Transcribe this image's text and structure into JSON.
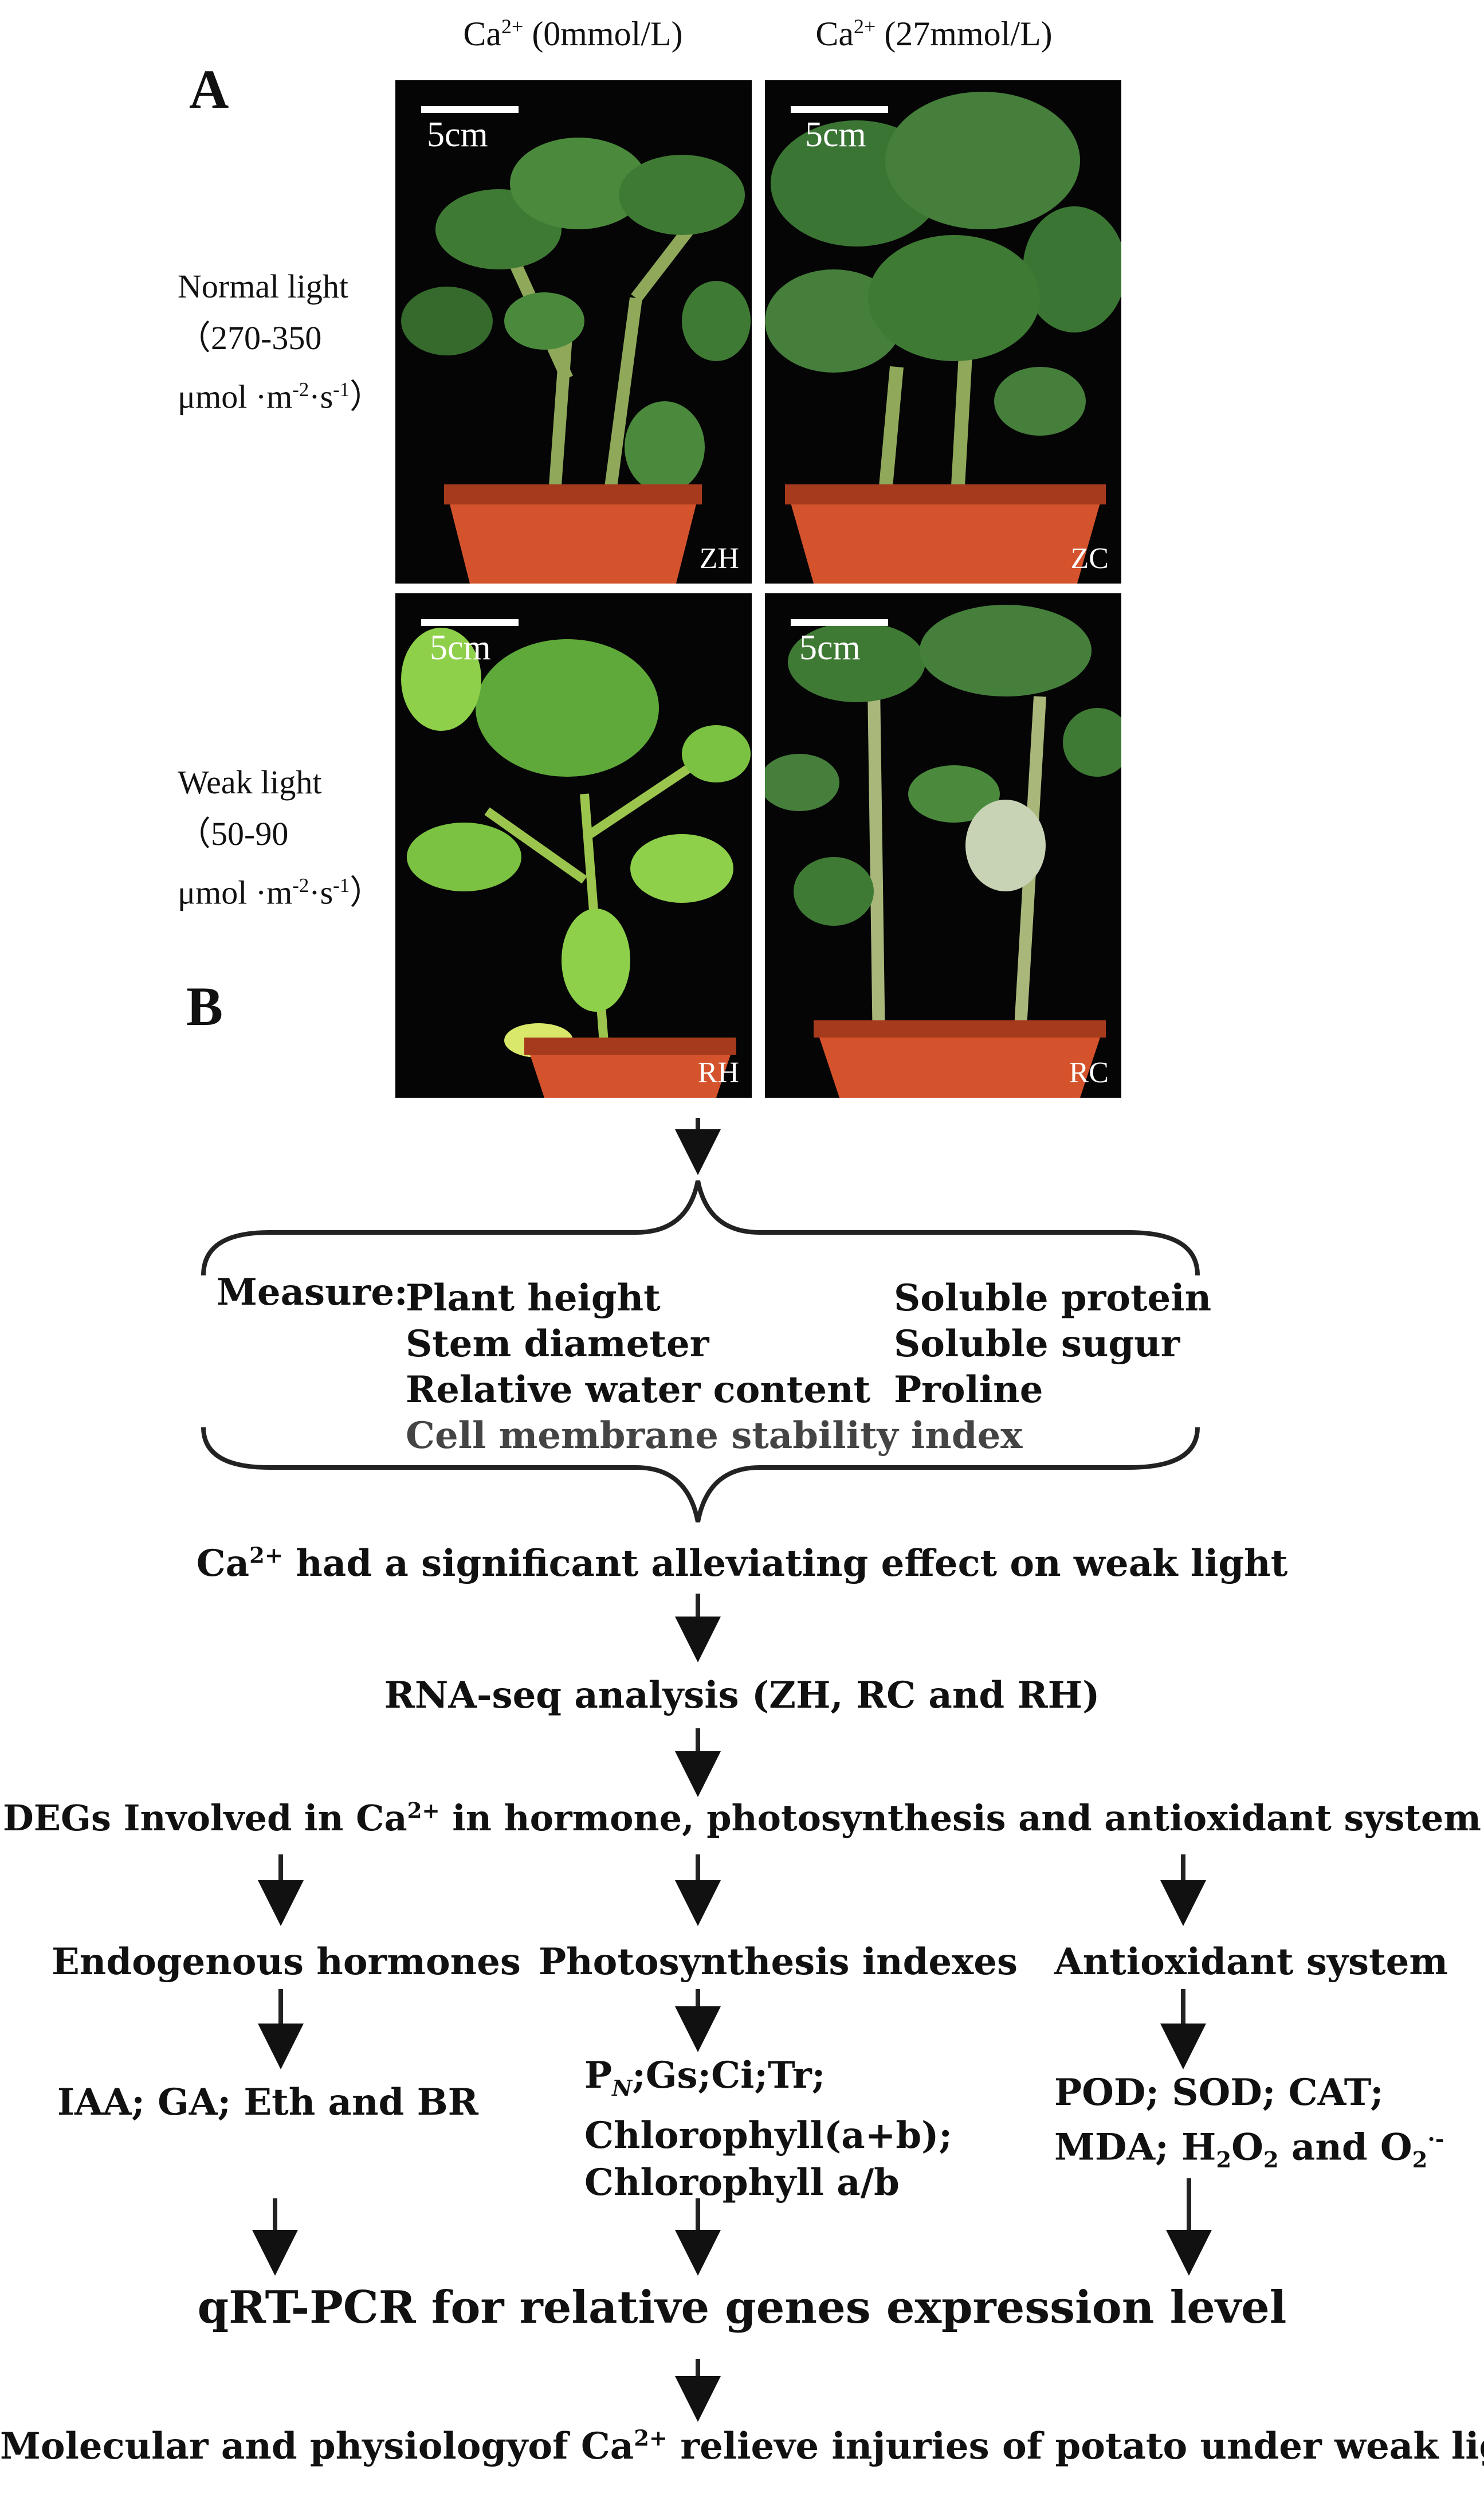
{
  "panel_a_label": "A",
  "panel_b_label": "B",
  "columns": {
    "col1_prefix": "Ca",
    "col1_sup": "2+",
    "col1_suffix": " (0mmol/L)",
    "col2_prefix": "Ca",
    "col2_sup": "2+",
    "col2_suffix": " (27mmol/L)"
  },
  "rows": {
    "normal_line1": "Normal light",
    "normal_line2": "（270-350",
    "normal_line3_a": "μmol ·m",
    "normal_line3_sup1": "-2",
    "normal_line3_b": "·s",
    "normal_line3_sup2": "-1",
    "normal_line3_c": "）",
    "weak_line1": "Weak light",
    "weak_line2": "（50-90",
    "weak_line3_a": "μmol ·m",
    "weak_line3_sup1": "-2",
    "weak_line3_b": "·s",
    "weak_line3_sup2": "-1",
    "weak_line3_c": "）"
  },
  "photos": {
    "scale": "5cm",
    "zh": "ZH",
    "zc": "ZC",
    "rh": "RH",
    "rc": "RC"
  },
  "measure": {
    "label": "Measure:",
    "left": [
      "Plant height",
      "Stem diameter",
      "Relative water content"
    ],
    "right": [
      "Soluble protein",
      "Soluble sugur",
      "Proline"
    ],
    "bottom": "Cell membrane stability index"
  },
  "flow": {
    "effect_prefix": "Ca",
    "effect_sup": "2+",
    "effect_suffix": " had a significant alleviating effect on weak light",
    "rnaseq": "RNA-seq analysis (ZH, RC and RH)",
    "degs_prefix": "DEGs Involved in Ca",
    "degs_sup": "2+",
    "degs_suffix": " in hormone, photosynthesis and antioxidant system",
    "branch1_title": "Endogenous hormones",
    "branch2_title": "Photosynthesis indexes",
    "branch3_title": "Antioxidant system",
    "branch1_items": "IAA; GA; Eth and BR",
    "branch2_line1_a": "P",
    "branch2_line1_sub": "N",
    "branch2_line1_b": ";Gs;Ci;Tr;",
    "branch2_line2": "Chlorophyll(a+b);",
    "branch2_line3": "Chlorophyll a/b",
    "branch3_line1": "POD; SOD; CAT;",
    "branch3_line2_a": "MDA; H",
    "branch3_line2_sub1": "2",
    "branch3_line2_b": "O",
    "branch3_line2_sub2": "2",
    "branch3_line2_c": " and O",
    "branch3_line2_sub3": "2",
    "branch3_line2_sup3": "·-",
    "qrtpcr": "qRT-PCR for relative genes expression level",
    "final_prefix": "Molecular and physiologyof Ca",
    "final_sup": "2+",
    "final_suffix": " relieve injuries of potato under weak light"
  },
  "colors": {
    "pot": "#d4532c",
    "pot_dark": "#a63a1c",
    "leaf": "#3f7a34",
    "leaf_light": "#8ed04a",
    "stem": "#8fa85a",
    "photo_bg": "#050505"
  }
}
